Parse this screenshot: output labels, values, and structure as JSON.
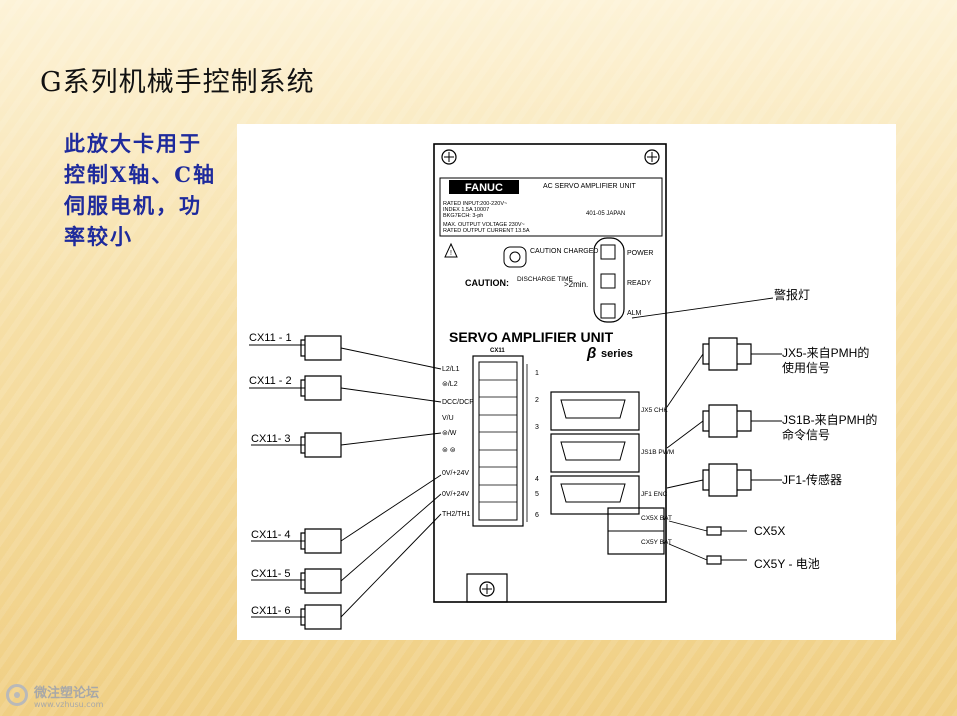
{
  "title": "G系列机械手控制系统",
  "side_note": [
    "此放大卡用于",
    "控制X轴、C轴",
    "伺服电机，功",
    "率较小"
  ],
  "diagram": {
    "brand": "FANUC",
    "nameplate_title": "AC SERVO AMPLIFIER UNIT",
    "nameplate_lines": [
      "RATED INPUT:200-220V~",
      "INDEX  1.5A  10007",
      "BKG7ECH: 3-ph",
      "MAX. OUTPUT VOLTAGE 230V~",
      "RATED OUTPUT CURRENT 13.5A"
    ],
    "nameplate_origin": "401-05  JAPAN",
    "caution_label": "CAUTION CHARGED",
    "caution_text": "CAUTION:",
    "discharge_label": "DISCHARGE TIME",
    "discharge_time": ">2min.",
    "leds": [
      "POWER",
      "READY",
      "ALM"
    ],
    "unit_name": "SERVO AMPLIFIER UNIT",
    "series_label": "series",
    "beta_symbol": "β",
    "cx11_label": "CX11",
    "left_terminals": [
      "L2/L1",
      "⊜/L2",
      "DCC/DCP",
      "V/U",
      "⊜/W",
      "⊜ ⊜",
      "0V/+24V",
      "0V/+24V",
      "TH2/TH1"
    ],
    "terminal_numbers": [
      "1",
      "2",
      "3",
      "4",
      "5",
      "6"
    ],
    "right_ports": [
      "JX5 CHK",
      "JS1B PWM",
      "JF1 ENC",
      "CX5X BAT",
      "CX5Y BAT"
    ],
    "left_connectors": [
      "CX11 - 1",
      "CX11 - 2",
      "CX11- 3",
      "CX11- 4",
      "CX11- 5",
      "CX11- 6"
    ],
    "callouts": {
      "alarm_lamp": "警报灯",
      "jx5": [
        "JX5-来自PMH的",
        "使用信号"
      ],
      "js1b": [
        "JS1B-来自PMH的",
        "命令信号"
      ],
      "jf1": "JF1-传感器",
      "cx5x": "CX5X",
      "cx5y": "CX5Y - 电池"
    }
  },
  "watermark": {
    "name": "微注塑论坛",
    "url": "www.vzhusu.com"
  }
}
